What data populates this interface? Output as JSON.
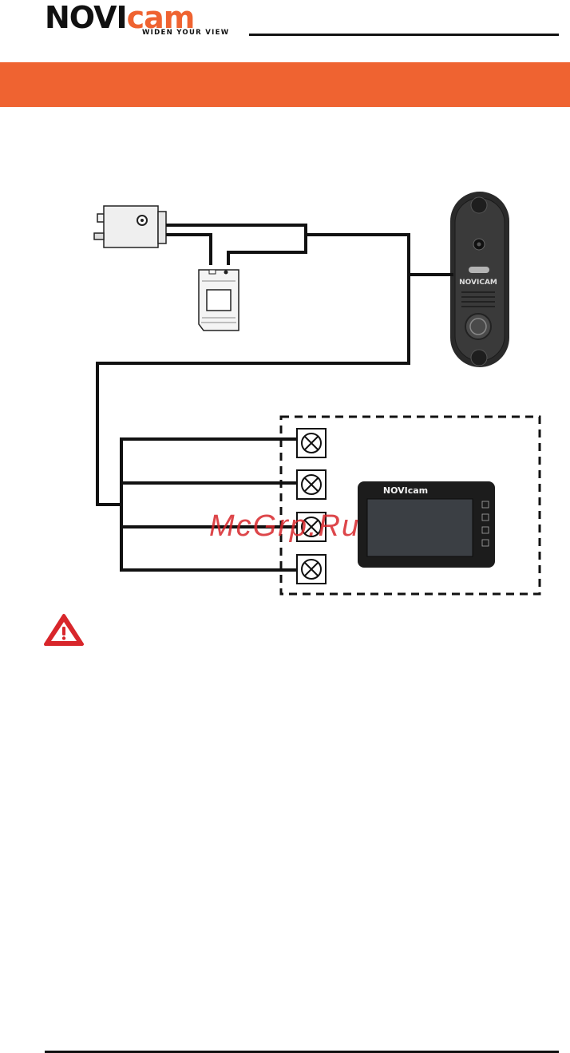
{
  "brand": {
    "logo_left": "NOVI",
    "logo_right": "cam",
    "tagline": "WIDEN YOUR VIEW",
    "monitor_logo": "NOVIcam",
    "panel_logo": "NOVICAM"
  },
  "watermark": {
    "text": "McGrp.Ru"
  },
  "colors": {
    "accent": "#ef6331",
    "wire": "#111111",
    "warning": "#d8262b"
  },
  "icons": {
    "warning": "warning-triangle-icon",
    "terminal": "lamp-cross-icon"
  }
}
